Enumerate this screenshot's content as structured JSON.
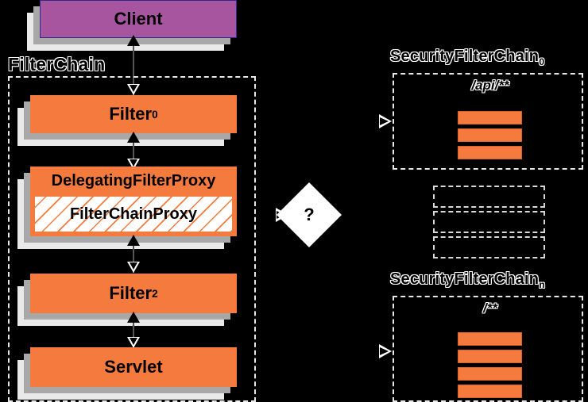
{
  "diagram": {
    "title": "Spring Security FilterChainProxy delegation",
    "background_color": "#000000",
    "accent_orange": "#f47b3d",
    "accent_purple": "#a855a0",
    "outline_color": "#ffffff"
  },
  "left_column": {
    "client": {
      "label": "Client"
    },
    "group_label": "FilterChain",
    "filter0": {
      "label": "Filter",
      "subscript": "0"
    },
    "delegating": {
      "outer_label": "DelegatingFilterProxy",
      "inner_label": "FilterChainProxy"
    },
    "filter2": {
      "label": "Filter",
      "subscript": "2"
    },
    "servlet": {
      "label": "Servlet"
    }
  },
  "decision": {
    "label": "?"
  },
  "right_column": {
    "chain_first": {
      "title": "SecurityFilterChain",
      "subscript": "0",
      "pattern": "/api/**",
      "filter_count": 3
    },
    "ellipsis_rows": 3,
    "chain_last": {
      "title": "SecurityFilterChain",
      "subscript": "n",
      "pattern": "/**",
      "filter_count": 4
    }
  }
}
